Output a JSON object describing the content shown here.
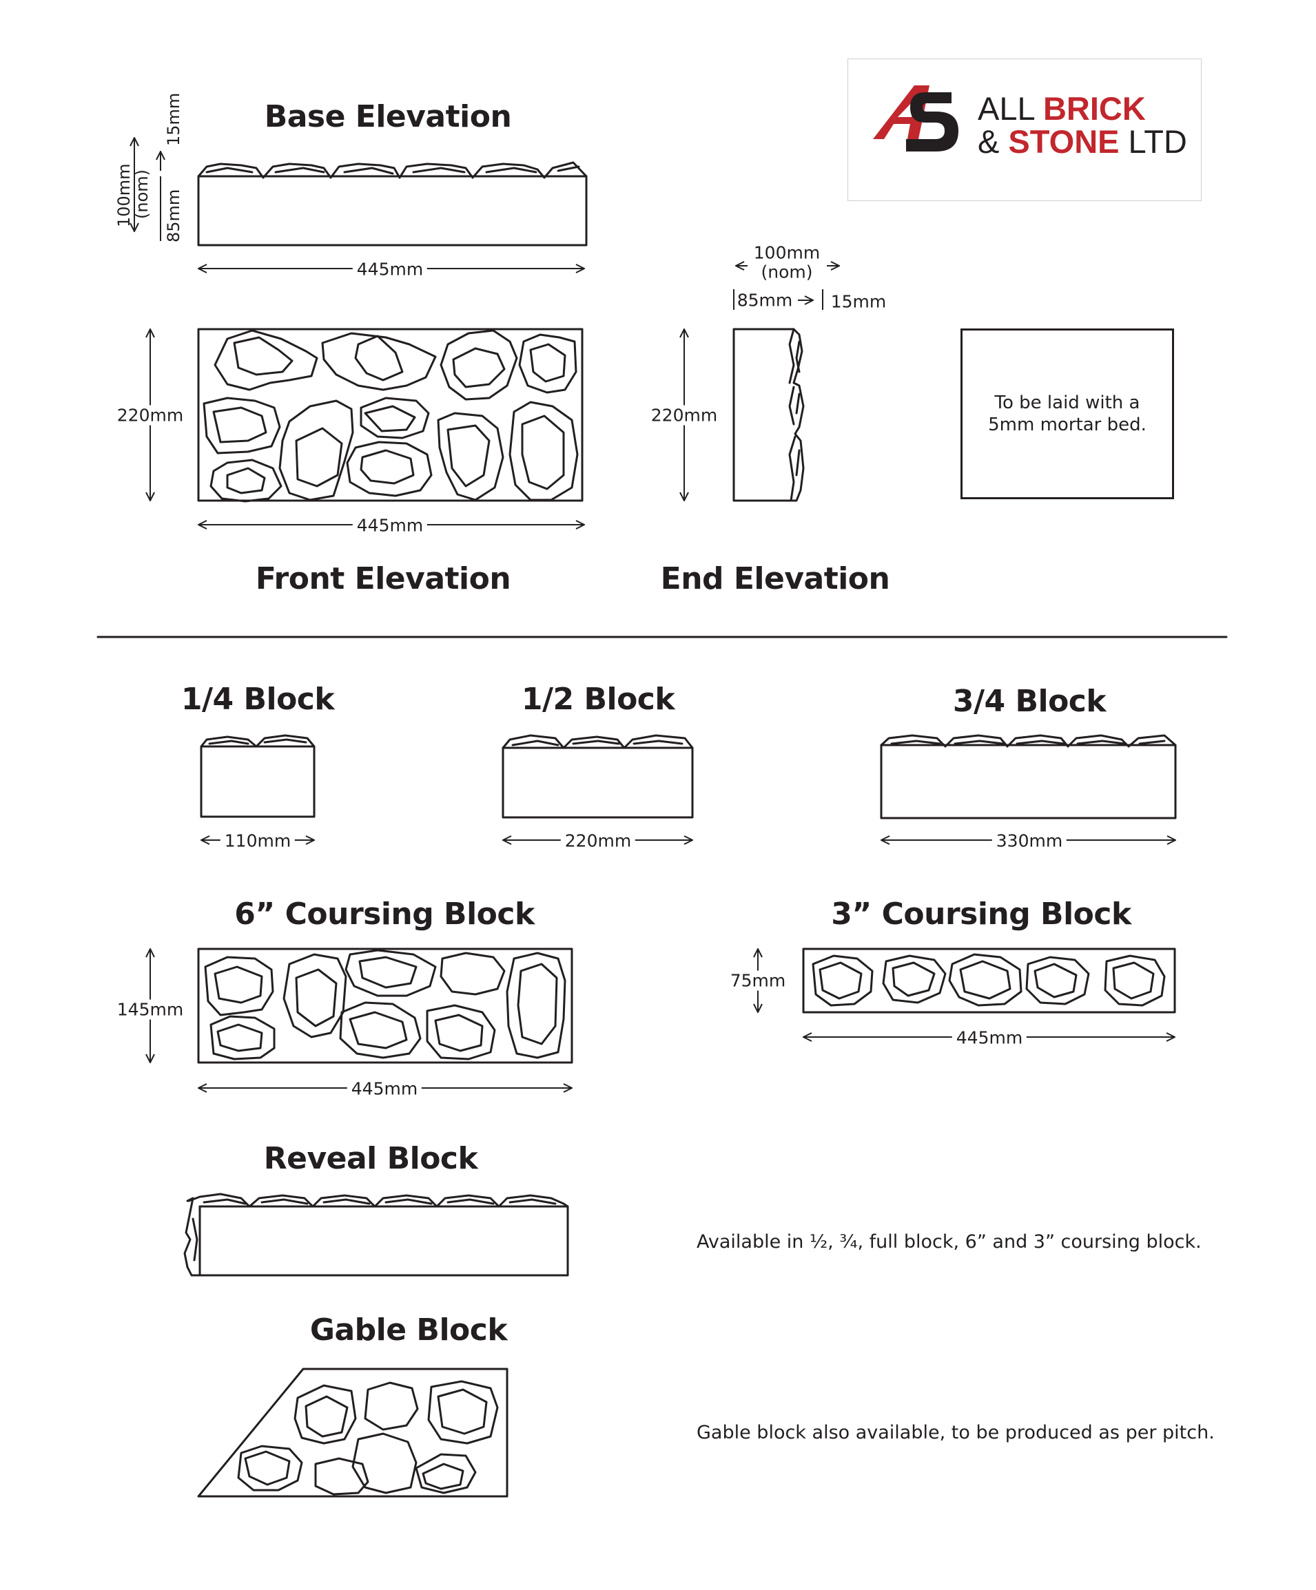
{
  "logo": {
    "line1_plain": "ALL ",
    "line1_accent": "BRICK",
    "line2_plain1": "& ",
    "line2_accent": "STONE",
    "line2_plain2": " LTD",
    "accent_color": "#c1272d",
    "dark_color": "#231f20"
  },
  "base_elevation": {
    "title": "Base Elevation",
    "width_label": "445mm",
    "height_label": "100mm",
    "height_label_sub": "(nom)",
    "body_label": "85mm",
    "cap_label": "15mm"
  },
  "front_elevation": {
    "title": "Front Elevation",
    "height_label": "220mm",
    "width_label": "445mm"
  },
  "end_elevation": {
    "title": "End Elevation",
    "height_label": "220mm",
    "depth_label": "100mm",
    "depth_label_sub": "(nom)",
    "body_label": "85mm",
    "cap_label": "15mm"
  },
  "mortar_note": {
    "line1": "To be laid with a",
    "line2": "5mm mortar bed."
  },
  "blocks": {
    "quarter": {
      "title": "1/4 Block",
      "width_label": "110mm"
    },
    "half": {
      "title": "1/2 Block",
      "width_label": "220mm"
    },
    "three_quarter": {
      "title": "3/4 Block",
      "width_label": "330mm"
    }
  },
  "coursing_6": {
    "title": "6” Coursing Block",
    "height_label": "145mm",
    "width_label": "445mm"
  },
  "coursing_3": {
    "title": "3” Coursing Block",
    "height_label": "75mm",
    "width_label": "445mm"
  },
  "reveal": {
    "title": "Reveal Block",
    "note": "Available in ½, ¾, full block, 6” and 3” coursing block."
  },
  "gable": {
    "title": "Gable Block",
    "note": "Gable block also available, to be produced as per pitch."
  }
}
